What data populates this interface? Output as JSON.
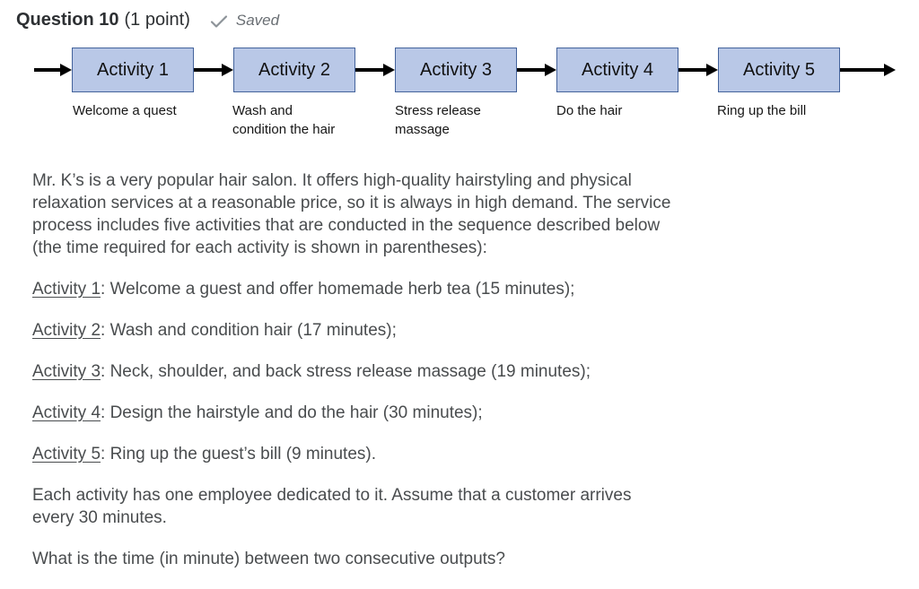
{
  "header": {
    "title": "Question 10",
    "points": "(1 point)",
    "status": "Saved"
  },
  "colors": {
    "box_fill": "#b9c8e7",
    "box_border": "#44639c",
    "arrow": "#000000",
    "header_text": "#2d3033",
    "body_text": "#494c4e",
    "saved_text": "#696e73",
    "check_icon": "#8d9399"
  },
  "diagram": {
    "steps": [
      {
        "title": "Activity 1",
        "caption": "Welcome a quest"
      },
      {
        "title": "Activity 2",
        "caption": "Wash and\ncondition the hair"
      },
      {
        "title": "Activity 3",
        "caption": "Stress release\nmassage"
      },
      {
        "title": "Activity 4",
        "caption": "Do the hair"
      },
      {
        "title": "Activity 5",
        "caption": "Ring up the bill"
      }
    ]
  },
  "question": {
    "intro": "Mr. K’s is a very popular hair salon. It offers high-quality hairstyling and physical\nrelaxation services at a reasonable price, so it is always in high demand. The service\nprocess includes five activities that are conducted in the sequence described below\n(the time required for each activity is shown in parentheses):",
    "activities": [
      {
        "label": "Activity 1",
        "text": ": Welcome a guest and offer homemade herb tea (15 minutes);"
      },
      {
        "label": "Activity 2",
        "text": ": Wash and condition hair (17 minutes);"
      },
      {
        "label": "Activity 3",
        "text": ": Neck, shoulder, and back stress release massage (19 minutes);"
      },
      {
        "label": "Activity 4",
        "text": ": Design the hairstyle and do the hair (30 minutes);"
      },
      {
        "label": "Activity 5",
        "text": ": Ring up the guest’s bill (9 minutes)."
      }
    ],
    "note": "Each activity has one employee dedicated to it. Assume that a customer arrives\nevery 30 minutes.",
    "prompt": "What is the time (in minute) between two consecutive outputs?"
  }
}
